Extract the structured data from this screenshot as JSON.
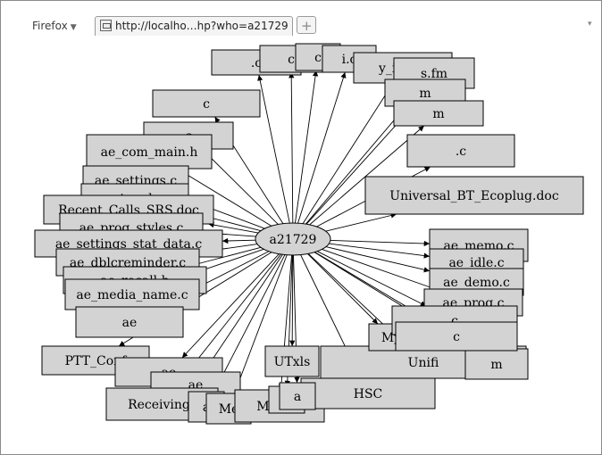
{
  "browser": {
    "menu_label": "Firefox",
    "tab_title": "http://localho…hp?who=a21729",
    "new_tab_symbol": "+",
    "tab_list_symbol": "▾"
  },
  "graph": {
    "center_label": "a21729",
    "nodes": [
      {
        "label": ".c"
      },
      {
        "label": "c"
      },
      {
        "label": "c"
      },
      {
        "label": "i.c"
      },
      {
        "label": "y_info.c"
      },
      {
        "label": "s.fm"
      },
      {
        "label": "m"
      },
      {
        "label": "m"
      },
      {
        "label": ".c"
      },
      {
        "label": "c"
      },
      {
        "label": "c"
      },
      {
        "label": "ae_com_main.h"
      },
      {
        "label": "ae_settings.c"
      },
      {
        "label": "ae_tmode.c"
      },
      {
        "label": "Recent_Calls_SRS.doc"
      },
      {
        "label": "ae_prog_styles.c"
      },
      {
        "label": "ae_settings_stat_data.c"
      },
      {
        "label": "ae_dblcreminder.c"
      },
      {
        "label": "ae_recall.h"
      },
      {
        "label": "ae_media_name.c"
      },
      {
        "label": "ae"
      },
      {
        "label": "PTT_Conf"
      },
      {
        "label": "ae"
      },
      {
        "label": "ae"
      },
      {
        "label": "Receiving_"
      },
      {
        "label": "a"
      },
      {
        "label": "Me"
      },
      {
        "label": "Media_"
      },
      {
        "label": "UTxls"
      },
      {
        "label": "Unifi"
      },
      {
        "label": "m"
      },
      {
        "label": "HSC"
      },
      {
        "label": "Universal_BT_Ecoplug.doc"
      },
      {
        "label": "ae_memo.c"
      },
      {
        "label": "ae_idle.c"
      },
      {
        "label": "ae_demo.c"
      },
      {
        "label": "ae_prog.c"
      },
      {
        "label": "My"
      },
      {
        "label": "c"
      },
      {
        "label": "c"
      },
      {
        "label": "a"
      },
      {
        "label": "a"
      }
    ]
  }
}
